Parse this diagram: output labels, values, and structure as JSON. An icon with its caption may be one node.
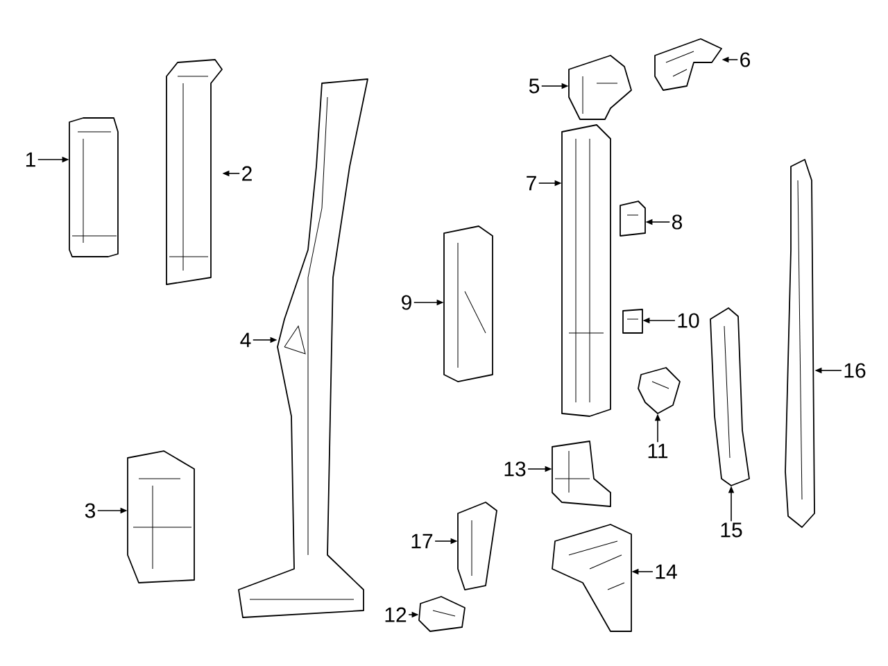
{
  "diagram": {
    "nodes": [
      {
        "text": [
          "1"
        ]
      },
      {
        "text": [],
        "shape": "picture"
      },
      {
        "text": [
          "2"
        ]
      },
      {
        "text": [],
        "shape": "picture"
      },
      {
        "text": [
          "3"
        ]
      },
      {
        "text": [],
        "shape": "picture"
      },
      {
        "text": [
          "4"
        ]
      },
      {
        "text": [],
        "shape": "picture"
      },
      {
        "text": [
          "5"
        ]
      },
      {
        "text": [],
        "shape": "picture"
      },
      {
        "text": [
          "6"
        ]
      },
      {
        "text": [],
        "shape": "picture"
      },
      {
        "text": [
          "7"
        ]
      },
      {
        "text": [],
        "shape": "picture"
      },
      {
        "text": [
          "8"
        ]
      },
      {
        "text": [],
        "shape": "picture"
      },
      {
        "text": [
          "9"
        ]
      },
      {
        "text": [],
        "shape": "picture"
      },
      {
        "text": [
          "10"
        ]
      },
      {
        "text": [],
        "shape": "picture"
      },
      {
        "text": [
          "11"
        ]
      },
      {
        "text": [],
        "shape": "picture"
      },
      {
        "text": [
          "12"
        ]
      },
      {
        "text": [],
        "shape": "picture"
      },
      {
        "text": [
          "13"
        ]
      },
      {
        "text": [],
        "shape": "picture"
      },
      {
        "text": [
          "14"
        ]
      },
      {
        "text": [],
        "shape": "picture"
      },
      {
        "text": [
          "15"
        ]
      },
      {
        "text": [],
        "shape": "picture"
      },
      {
        "text": [
          "16"
        ]
      },
      {
        "text": [],
        "shape": "picture"
      },
      {
        "text": [
          "17"
        ]
      },
      {
        "text": [],
        "shape": "picture"
      }
    ],
    "edges": [
      {
        "from": 0,
        "to": 1,
        "arrow": "to"
      },
      {
        "from": 2,
        "to": 3,
        "arrow": "to"
      },
      {
        "from": 4,
        "to": 5,
        "arrow": "to"
      },
      {
        "from": 6,
        "to": 7,
        "arrow": "to"
      },
      {
        "from": 8,
        "to": 9,
        "arrow": "to"
      },
      {
        "from": 10,
        "to": 11,
        "arrow": "to"
      },
      {
        "from": 12,
        "to": 13,
        "arrow": "to"
      },
      {
        "from": 14,
        "to": 15,
        "arrow": "to"
      },
      {
        "from": 16,
        "to": 17,
        "arrow": "to"
      },
      {
        "from": 18,
        "to": 19,
        "arrow": "to"
      },
      {
        "from": 20,
        "to": 21,
        "arrow": "to"
      },
      {
        "from": 22,
        "to": 23,
        "arrow": "to"
      },
      {
        "from": 24,
        "to": 25,
        "arrow": "to"
      },
      {
        "from": 26,
        "to": 27,
        "arrow": "to"
      },
      {
        "from": 28,
        "to": 29,
        "arrow": "to"
      },
      {
        "from": 30,
        "to": 31,
        "arrow": "to"
      },
      {
        "from": 32,
        "to": 33,
        "arrow": "to"
      }
    ]
  }
}
